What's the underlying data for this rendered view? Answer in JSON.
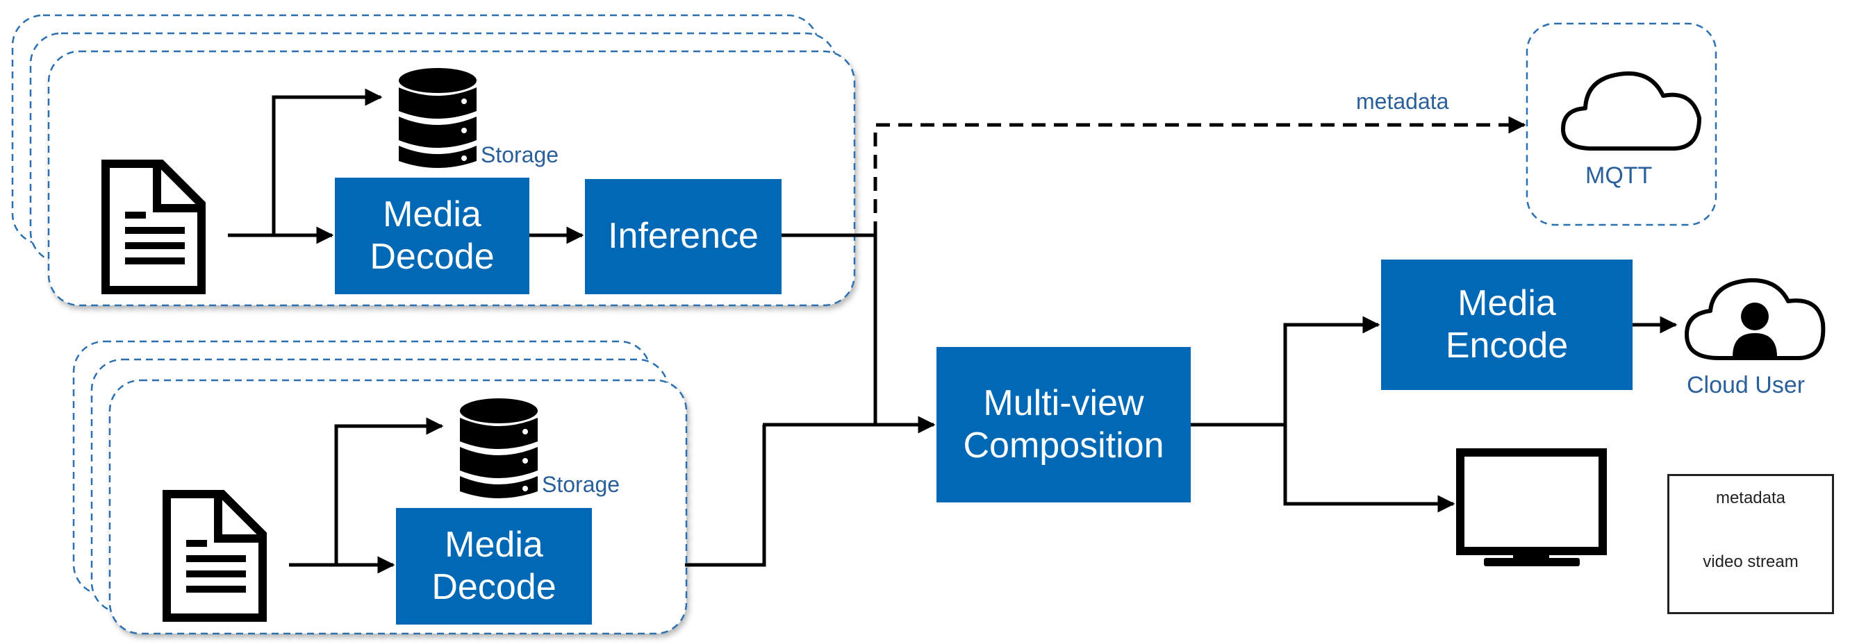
{
  "top_pipeline": {
    "storage_label": "Storage",
    "decode_line1": "Media",
    "decode_line2": "Decode",
    "inference_label": "Inference"
  },
  "bottom_pipeline": {
    "storage_label": "Storage",
    "decode_line1": "Media",
    "decode_line2": "Decode"
  },
  "composition": {
    "line1": "Multi-view",
    "line2": "Composition"
  },
  "encode": {
    "line1": "Media",
    "line2": "Encode"
  },
  "mqtt_label": "MQTT",
  "metadata_edge_label": "metadata",
  "cloud_user_label": "Cloud User",
  "legend": {
    "metadata": "metadata",
    "video_stream": "video stream"
  },
  "colors": {
    "accent": "#0068b5",
    "dashed_outline": "#2a6fb0",
    "text_blue": "#2a5f9a"
  }
}
